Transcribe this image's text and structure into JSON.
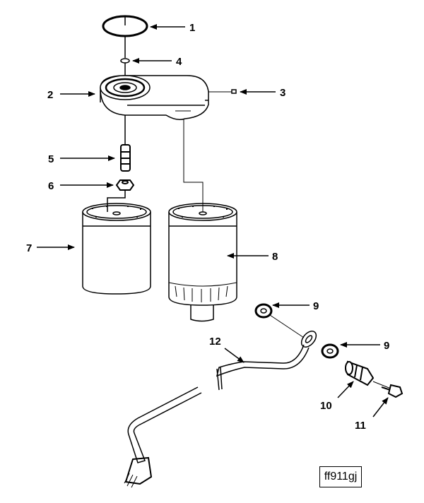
{
  "diagram": {
    "callouts": [
      {
        "id": "c1",
        "label": "1"
      },
      {
        "id": "c2",
        "label": "2"
      },
      {
        "id": "c3",
        "label": "3"
      },
      {
        "id": "c4",
        "label": "4"
      },
      {
        "id": "c5",
        "label": "5"
      },
      {
        "id": "c6",
        "label": "6"
      },
      {
        "id": "c7",
        "label": "7"
      },
      {
        "id": "c8",
        "label": "8"
      },
      {
        "id": "c9a",
        "label": "9"
      },
      {
        "id": "c9b",
        "label": "9"
      },
      {
        "id": "c10",
        "label": "10"
      },
      {
        "id": "c11",
        "label": "11"
      },
      {
        "id": "c12",
        "label": "12"
      }
    ],
    "figure_id": "ff911gj"
  }
}
